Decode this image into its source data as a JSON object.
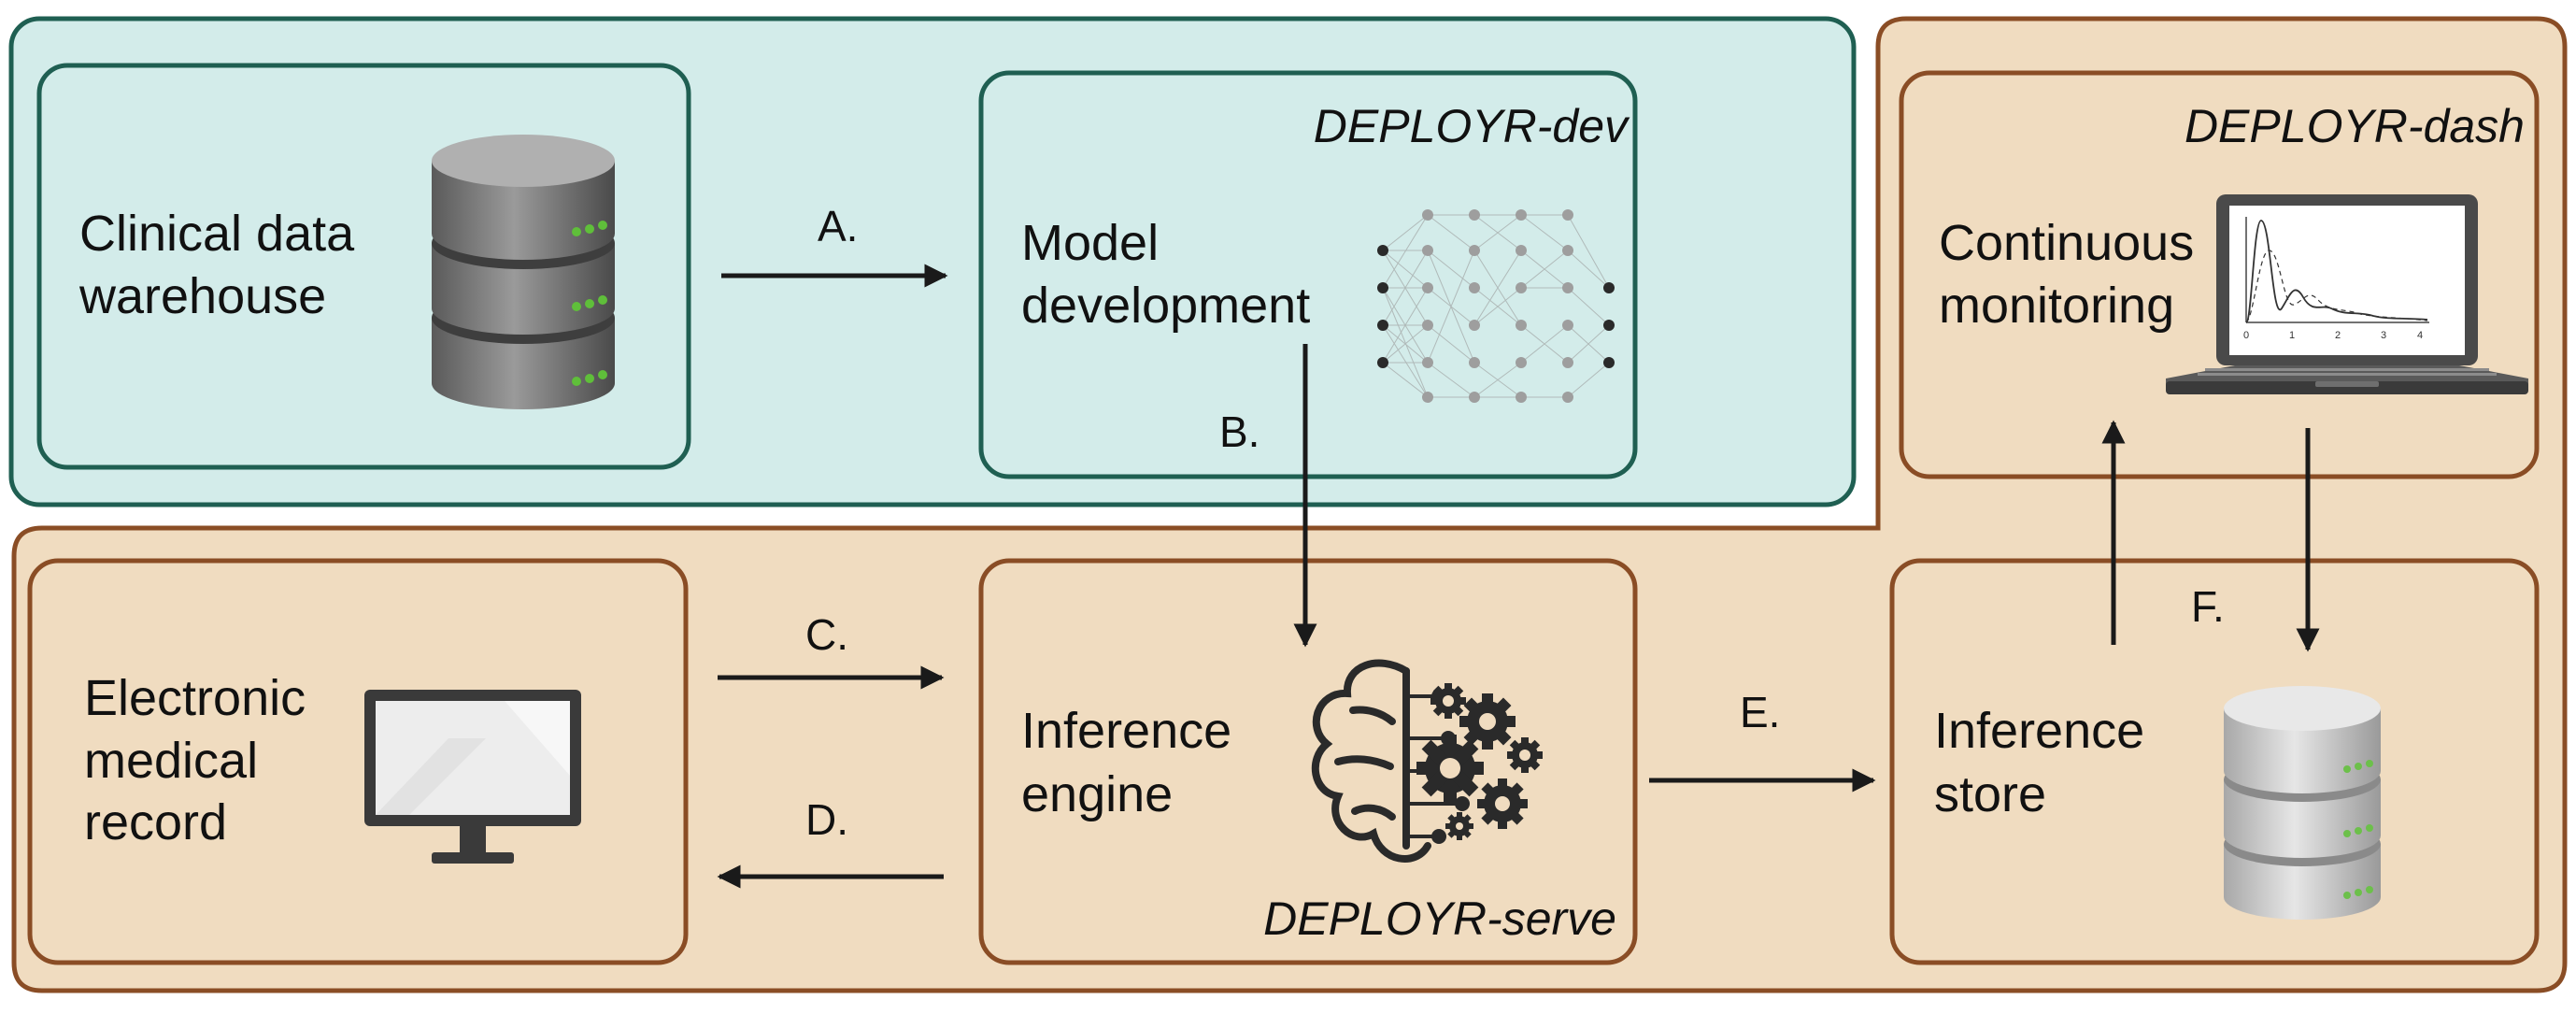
{
  "colors": {
    "teal_fill": "#d3ecea",
    "teal_stroke": "#1f5f52",
    "tan_fill": "#f0dcc0",
    "tan_stroke": "#8a4d25",
    "arrow": "#1a1a1a"
  },
  "nodes": {
    "warehouse": {
      "line1": "Clinical data",
      "line2": "warehouse",
      "icon": "database-icon"
    },
    "dev": {
      "tag": "DEPLOYR-dev",
      "line1": "Model",
      "line2": "development",
      "icon": "neural-network-icon"
    },
    "dash": {
      "tag": "DEPLOYR-dash",
      "line1": "Continuous",
      "line2": "monitoring",
      "icon": "laptop-chart-icon"
    },
    "emr": {
      "line1": "Electronic",
      "line2": "medical",
      "line3": "record",
      "icon": "monitor-icon"
    },
    "engine": {
      "tag": "DEPLOYR-serve",
      "line1": "Inference",
      "line2": "engine",
      "icon": "brain-gears-icon"
    },
    "store": {
      "line1": "Inference",
      "line2": "store",
      "icon": "database-icon"
    }
  },
  "steps": {
    "a": "A.",
    "b": "B.",
    "c": "C.",
    "d": "D.",
    "e": "E.",
    "f": "F."
  },
  "laptop_chart": {
    "ticks": [
      "0",
      "1",
      "2",
      "3",
      "4"
    ]
  }
}
